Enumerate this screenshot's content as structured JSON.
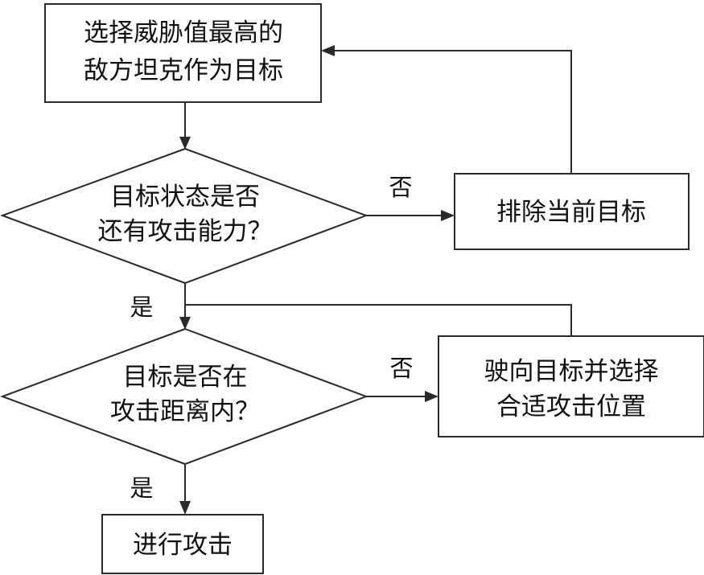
{
  "nodes": {
    "select_target": {
      "lines": [
        "选择威胁值最高的",
        "敌方坦克作为目标"
      ]
    },
    "check_ability": {
      "lines": [
        "目标状态是否",
        "还有攻击能力？"
      ]
    },
    "remove_target": {
      "lines": [
        "排除当前目标"
      ]
    },
    "check_range": {
      "lines": [
        "目标是否在",
        "攻击距离内？"
      ]
    },
    "move_to_target": {
      "lines": [
        "驶向目标并选择",
        "合适攻击位置"
      ]
    },
    "attack": {
      "lines": [
        "进行攻击"
      ]
    }
  },
  "edges": {
    "ability_no": "否",
    "ability_yes": "是",
    "range_no": "否",
    "range_yes": "是"
  }
}
